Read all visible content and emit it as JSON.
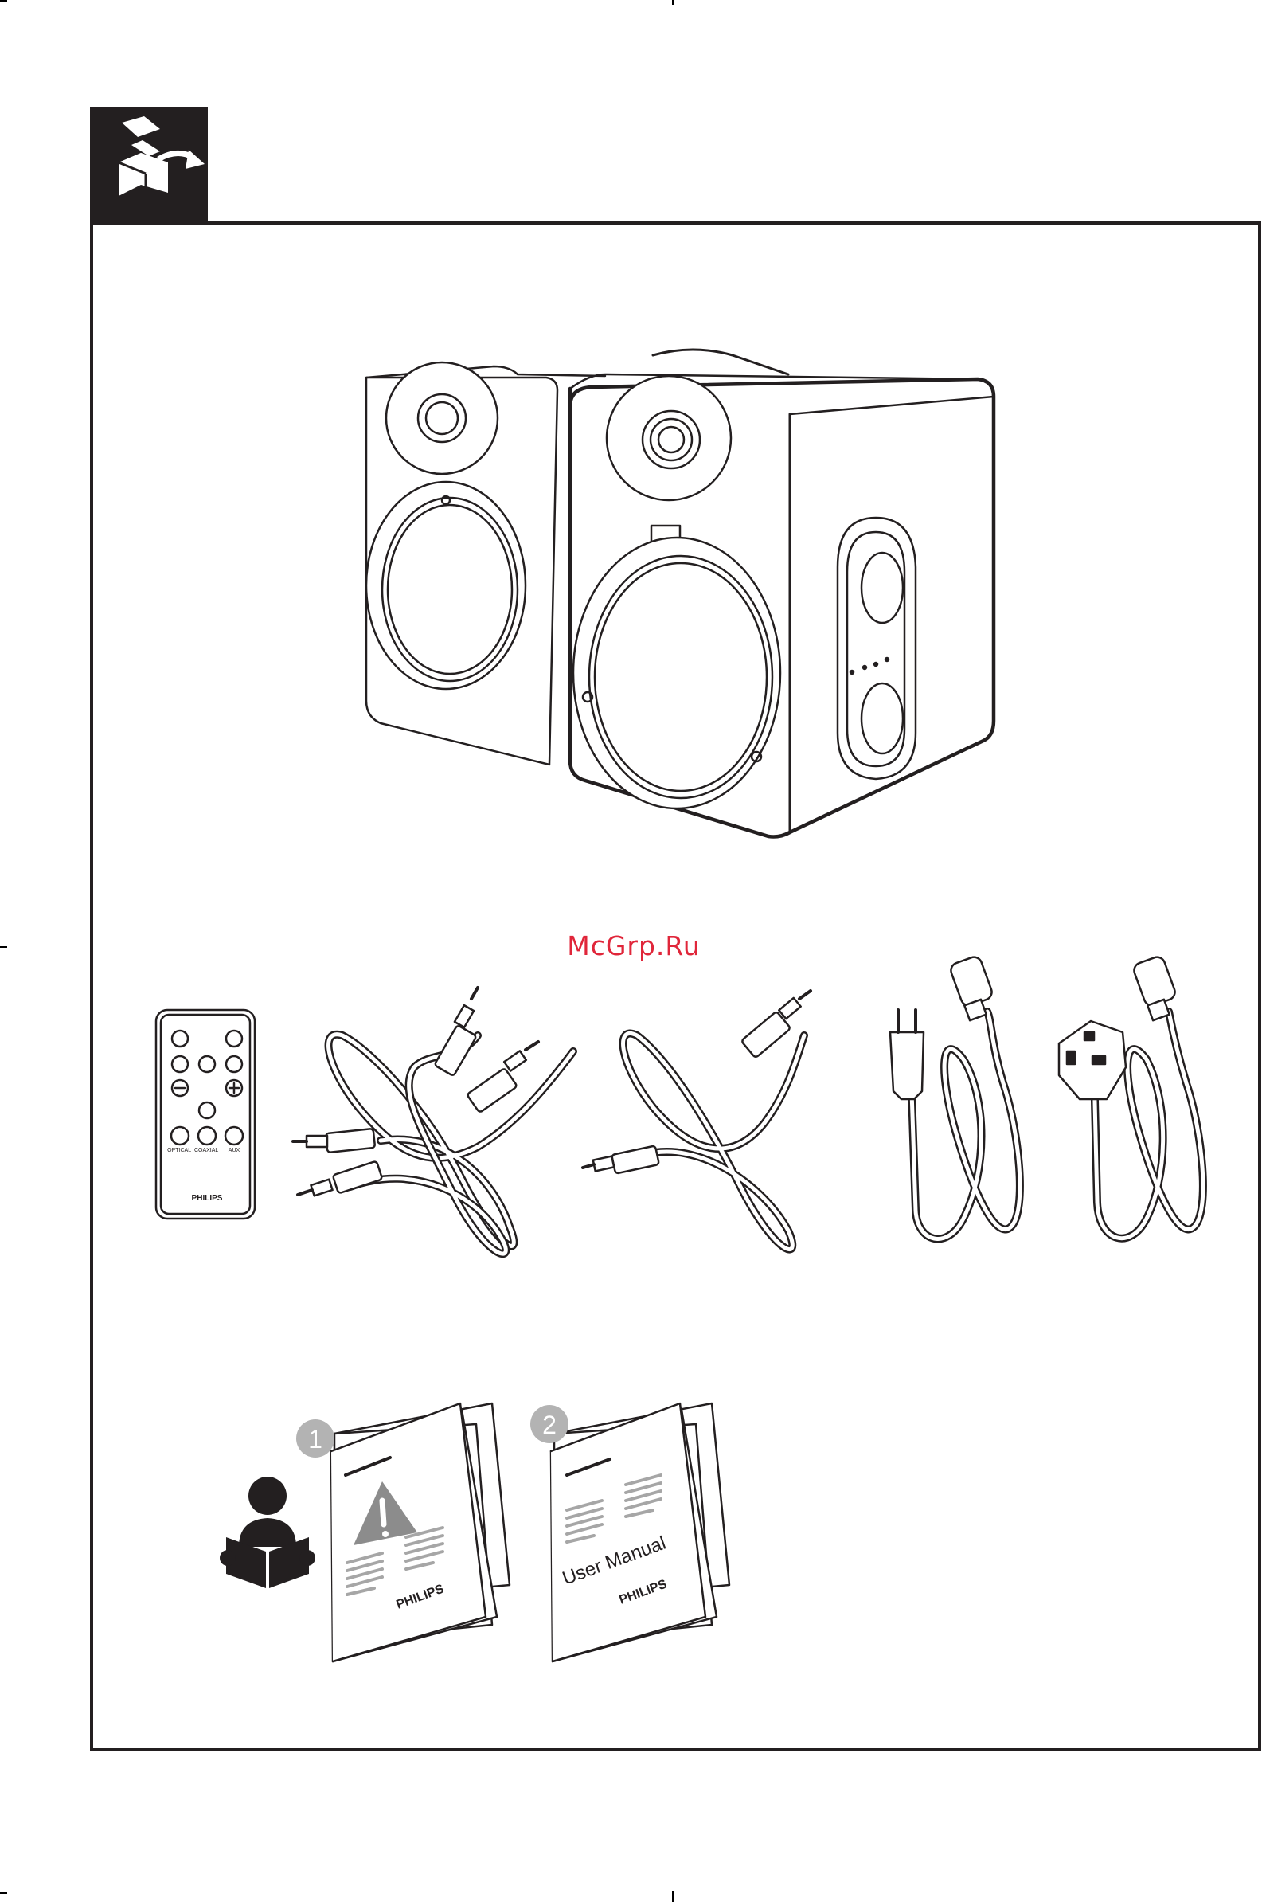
{
  "section": {
    "icon": "unpack-box-icon"
  },
  "watermark": "McGrp.Ru",
  "remote": {
    "brand": "PHILIPS",
    "source_labels": [
      "OPTICAL",
      "COAXIAL",
      "AUX"
    ]
  },
  "leaflets": [
    {
      "number": "1",
      "brand": "PHILIPS",
      "icon": "warning-icon"
    },
    {
      "number": "2",
      "title": "User Manual",
      "brand": "PHILIPS"
    }
  ],
  "colors": {
    "ink": "#231f20",
    "watermark": "#e0263a",
    "badge": "#b3b3b3"
  }
}
